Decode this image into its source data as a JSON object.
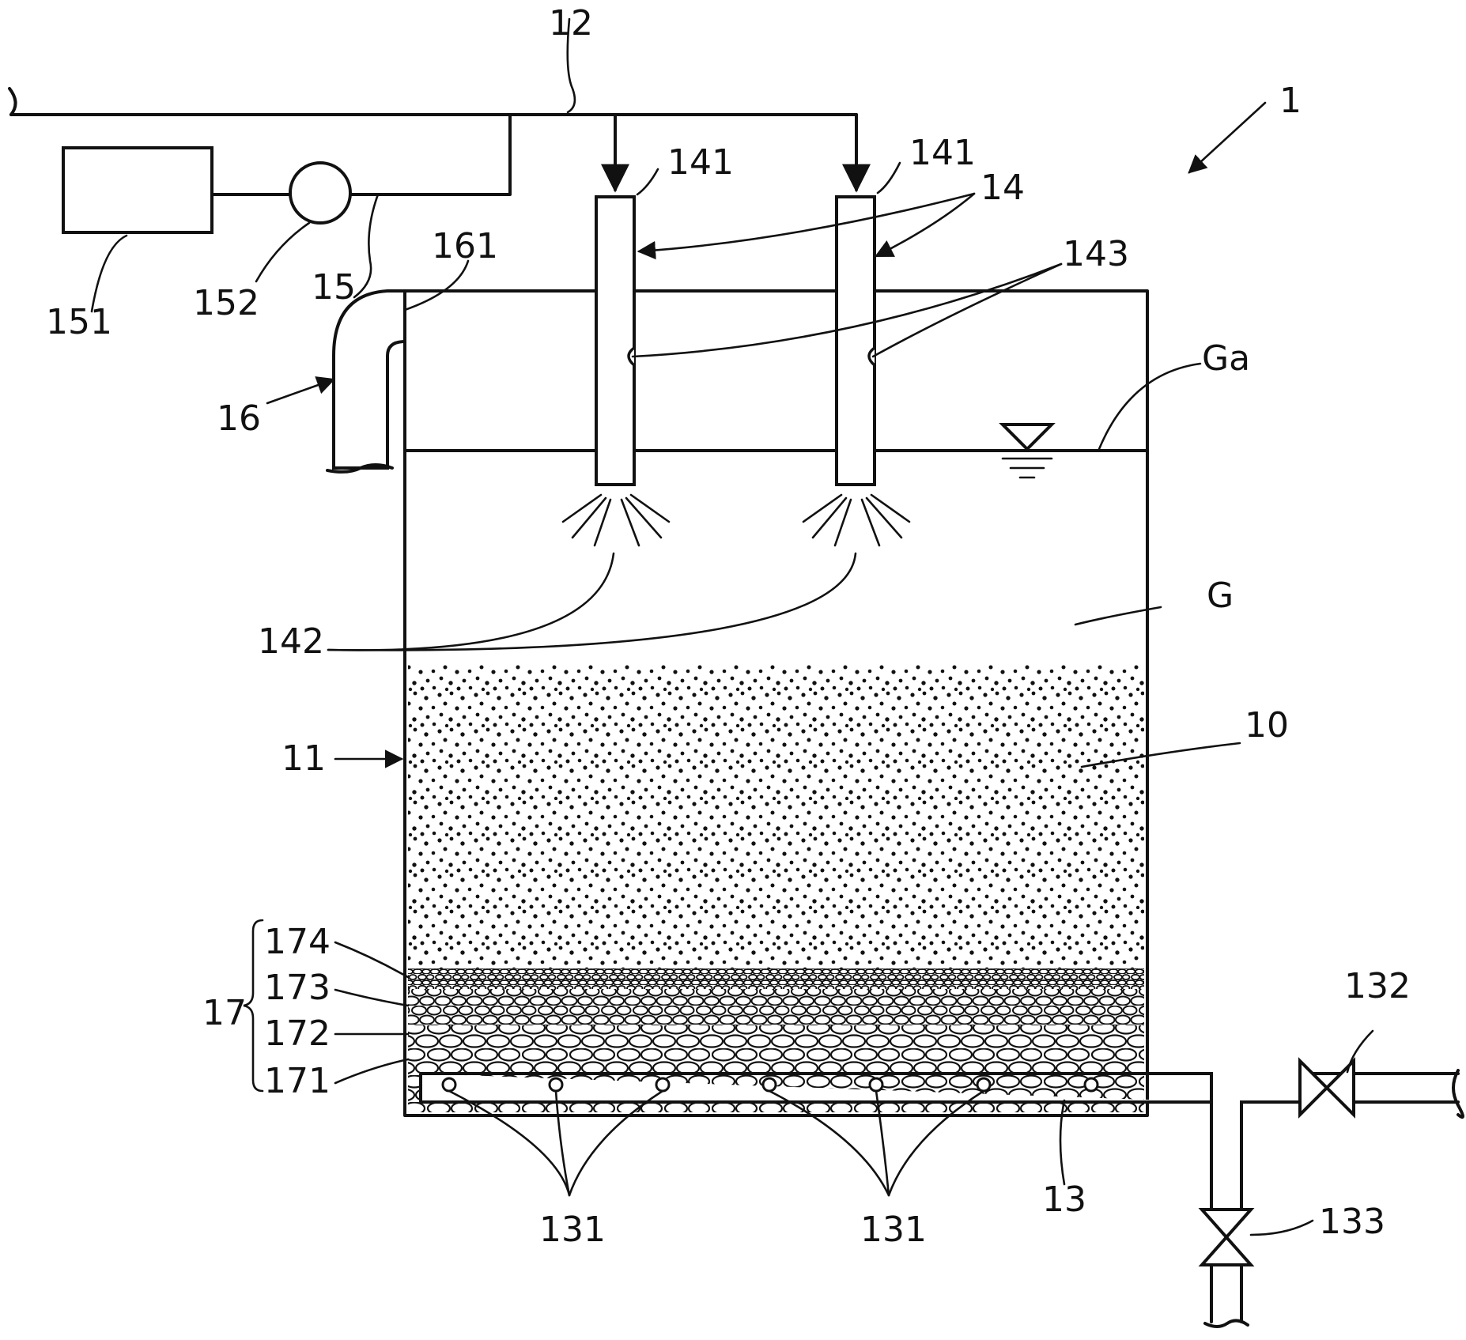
{
  "diagram": {
    "labels": {
      "system": "1",
      "bed": "10",
      "tank": "11",
      "supply_line": "12",
      "collector_pipe": "13",
      "holes_left": "131",
      "holes_right": "131",
      "valve_main": "132",
      "valve_drain": "133",
      "spray_nozzles": "14",
      "nozzle_inlet_left": "141",
      "nozzle_inlet_right": "141",
      "spray": "142",
      "side_hole": "143",
      "branch_line": "15",
      "unit_box": "151",
      "pump": "152",
      "overflow_pipe": "16",
      "overflow_inlet": "161",
      "support_layers": "17",
      "layer_171": "171",
      "layer_172": "172",
      "layer_173": "173",
      "layer_174": "174",
      "water": "G",
      "water_level": "Ga"
    },
    "colors": {
      "ink": "#111111",
      "paper": "#ffffff"
    }
  }
}
